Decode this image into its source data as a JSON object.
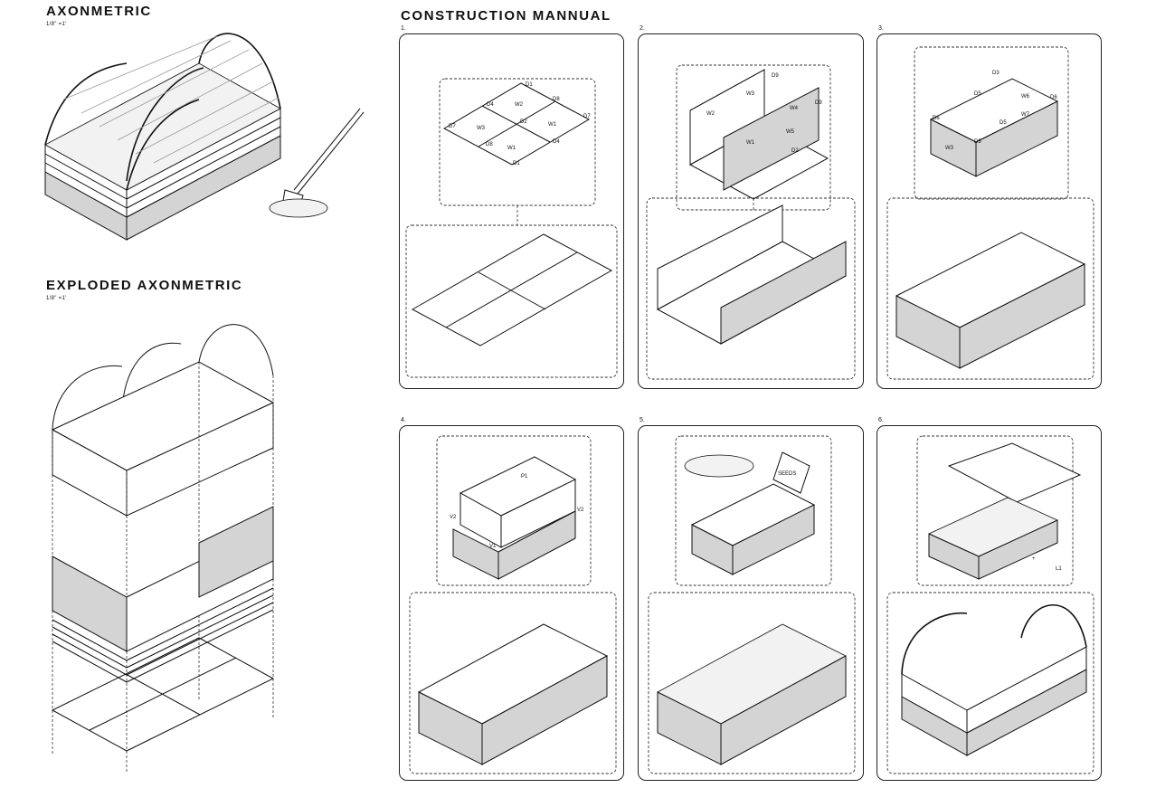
{
  "headings": {
    "axonometric": "AXONMETRIC",
    "axonometric_scale": "1/8\" =1'",
    "exploded": "EXPLODED AXONMETRIC",
    "exploded_scale": "1/8\" =1'",
    "manual": "CONSTRUCTION MANNUAL"
  },
  "steps": [
    {
      "number": "1."
    },
    {
      "number": "2."
    },
    {
      "number": "3."
    },
    {
      "number": "4."
    },
    {
      "number": "5."
    },
    {
      "number": "6."
    }
  ],
  "step1_labels": {
    "d1a": "D1",
    "d4a": "D4",
    "d8a": "D8",
    "d7a": "D7",
    "d7b": "D7",
    "w2": "W2",
    "w3": "W3",
    "w1a": "W1",
    "w1b": "W1",
    "d2": "D2",
    "d8b": "D8",
    "d4b": "D4",
    "d1b": "D1"
  },
  "step2_labels": {
    "d9a": "D9",
    "d9b": "D9",
    "w3": "W3",
    "w2": "W2",
    "w4": "W4",
    "w1": "W1",
    "w5": "W5",
    "d2": "D2"
  },
  "step3_labels": {
    "d3a": "D3",
    "d5a": "D5",
    "d6a": "D6",
    "d6b": "D6",
    "w6": "W6",
    "w7": "W7",
    "d5b": "D5",
    "w3": "W3",
    "d3b": "D3"
  },
  "step4_labels": {
    "p1": "P1",
    "v2a": "V2",
    "v2b": "V2",
    "v1": "V1"
  },
  "step5_labels": {
    "seeds": "SEEDS"
  },
  "step6_labels": {
    "plus": "+",
    "l1": "L1"
  },
  "colors": {
    "line": "#111111",
    "panel_fill": "#d4d4d4",
    "dashed": "#333333"
  }
}
